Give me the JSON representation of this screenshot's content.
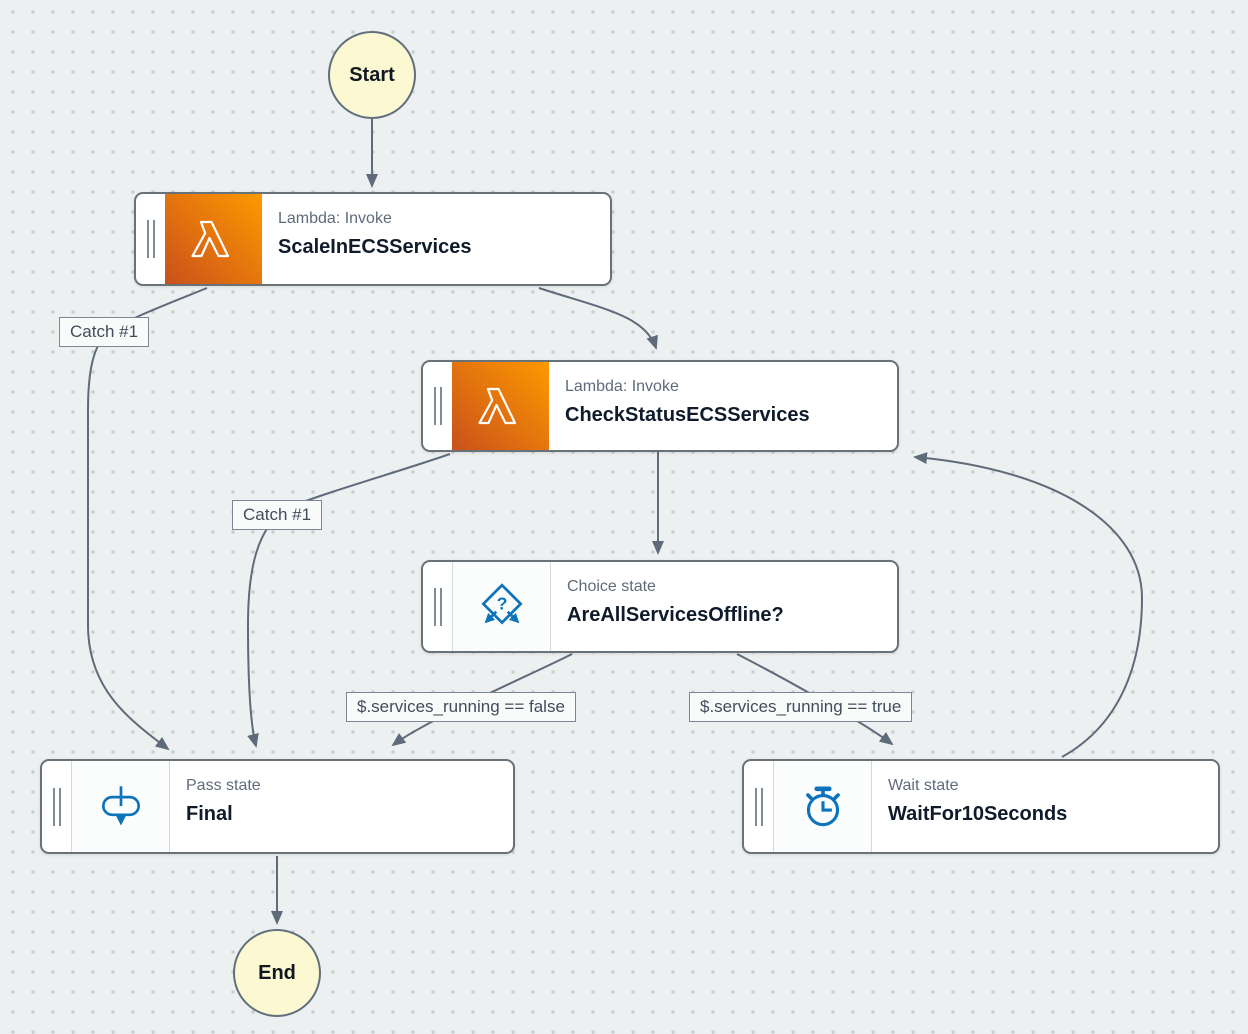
{
  "colors": {
    "canvas_bg": "#edf0f0",
    "dot": "#c7cfcf",
    "edge": "#5f6b7a",
    "box_border": "#697179",
    "icon_blue": "#0d73bb",
    "lambda_from": "#c8511b",
    "lambda_to": "#ff9900",
    "terminal_fill": "#fbf8d2",
    "type_text": "#5f6b7a",
    "name_text": "#0f1b2a",
    "label_text": "#414d5c"
  },
  "terminals": {
    "start": {
      "label": "Start"
    },
    "end": {
      "label": "End"
    }
  },
  "nodes": [
    {
      "id": "ScaleInECSServices",
      "type_label": "Lambda: Invoke",
      "name": "ScaleInECSServices",
      "icon": "lambda-icon"
    },
    {
      "id": "CheckStatusECSServices",
      "type_label": "Lambda: Invoke",
      "name": "CheckStatusECSServices",
      "icon": "lambda-icon"
    },
    {
      "id": "AreAllServicesOffline?",
      "type_label": "Choice state",
      "name": "AreAllServicesOffline?",
      "icon": "choice-icon"
    },
    {
      "id": "Final",
      "type_label": "Pass state",
      "name": "Final",
      "icon": "pass-icon"
    },
    {
      "id": "WaitFor10Seconds",
      "type_label": "Wait state",
      "name": "WaitFor10Seconds",
      "icon": "wait-icon"
    }
  ],
  "edge_labels": [
    {
      "text": "Catch #1"
    },
    {
      "text": "Catch #1"
    },
    {
      "text": "$.services_running == false"
    },
    {
      "text": "$.services_running == true"
    }
  ],
  "edges": [
    {
      "from": "Start",
      "to": "ScaleInECSServices"
    },
    {
      "from": "ScaleInECSServices",
      "to": "CheckStatusECSServices"
    },
    {
      "from": "ScaleInECSServices",
      "to": "Final",
      "label": "Catch #1"
    },
    {
      "from": "CheckStatusECSServices",
      "to": "AreAllServicesOffline?"
    },
    {
      "from": "CheckStatusECSServices",
      "to": "Final",
      "label": "Catch #1"
    },
    {
      "from": "AreAllServicesOffline?",
      "to": "Final",
      "label": "$.services_running == false"
    },
    {
      "from": "AreAllServicesOffline?",
      "to": "WaitFor10Seconds",
      "label": "$.services_running == true"
    },
    {
      "from": "WaitFor10Seconds",
      "to": "CheckStatusECSServices"
    },
    {
      "from": "Final",
      "to": "End"
    }
  ]
}
